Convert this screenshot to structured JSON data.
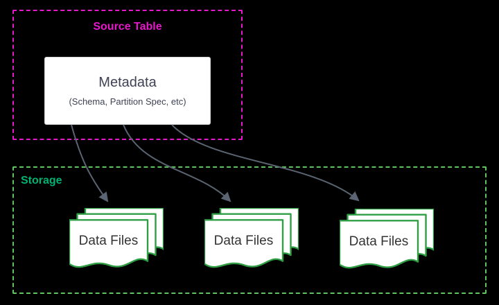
{
  "diagram": {
    "source_table": {
      "label": "Source Table",
      "accent_color": "#e519c9",
      "metadata_box": {
        "title": "Metadata",
        "subtitle": "(Schema, Partition Spec, etc)"
      }
    },
    "storage": {
      "label": "Storage",
      "accent_color": "#5fc45f",
      "stacks": [
        {
          "label": "Data Files"
        },
        {
          "label": "Data Files"
        },
        {
          "label": "Data Files"
        }
      ]
    },
    "arrow_color": "#5b6472",
    "document_stroke_color": "#2f9e44",
    "background_color": "#000000"
  }
}
